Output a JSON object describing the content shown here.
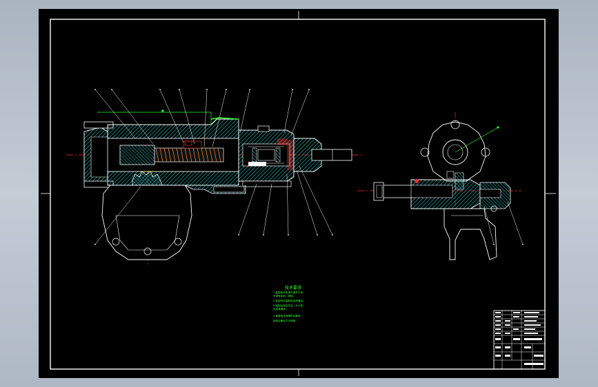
{
  "drawing": {
    "colors": {
      "background": "#000000",
      "frame": "#ffffff",
      "outline": "#ffffff",
      "hatch": "#2ec4c4",
      "annotation": "#2fff2f",
      "centerline": "#ff2a2a",
      "highlight": "#ffff66"
    },
    "notes": {
      "title": "技术要求",
      "lines": [
        "1.装配前所有零件清洗干净，",
        "  不得有毛刺、锈蚀。",
        "2.各密封件装配前涂润滑油。",
        "3.装配后转向灵活，无卡滞，",
        "  无异常噪声。",
        "4.调整啮合间隙符合要求，",
        "  检验合格后方可使用。"
      ]
    }
  }
}
